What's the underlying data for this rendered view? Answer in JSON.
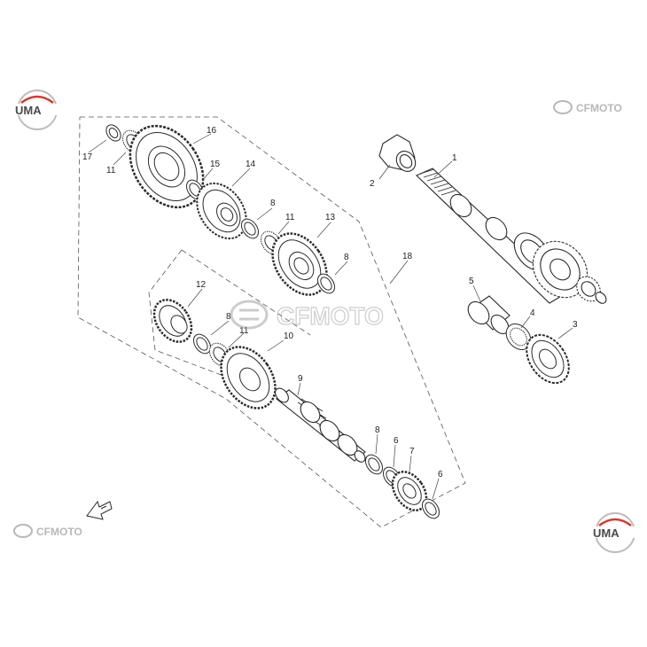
{
  "branding": {
    "cfmoto_text": "CFMOTO",
    "uma_text": "UMA"
  },
  "parts": [
    {
      "label": "1",
      "name": "main-shaft"
    },
    {
      "label": "2",
      "name": "shaft-nut"
    },
    {
      "label": "3",
      "name": "gear-3"
    },
    {
      "label": "4",
      "name": "needle-bearing-4"
    },
    {
      "label": "5",
      "name": "bushing-5"
    },
    {
      "label": "6",
      "name": "circlip-6"
    },
    {
      "label": "7",
      "name": "gear-7"
    },
    {
      "label": "8",
      "name": "washer-8"
    },
    {
      "label": "9",
      "name": "counter-shaft"
    },
    {
      "label": "10",
      "name": "gear-10"
    },
    {
      "label": "11",
      "name": "needle-bearing-11"
    },
    {
      "label": "12",
      "name": "gear-12"
    },
    {
      "label": "13",
      "name": "gear-13"
    },
    {
      "label": "14",
      "name": "gear-14"
    },
    {
      "label": "15",
      "name": "circlip-15"
    },
    {
      "label": "16",
      "name": "gear-16"
    },
    {
      "label": "17",
      "name": "washer-17"
    },
    {
      "label": "18",
      "name": "assembly-18"
    }
  ],
  "colors": {
    "line": "#2b2b2b",
    "watermark": "#c8c8c8",
    "logo_red": "#d23a2f"
  }
}
